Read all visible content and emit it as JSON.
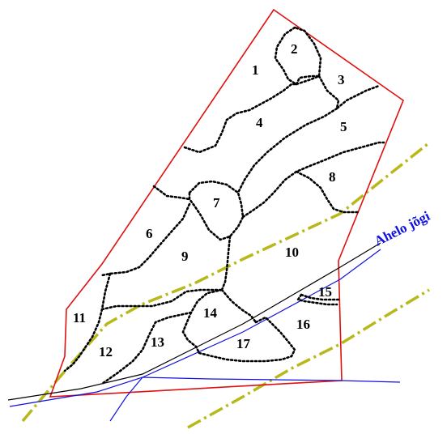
{
  "colors": {
    "boundary": "#e01010",
    "parcel_line": "#000000",
    "river": "#1010e0",
    "road": "#000000",
    "power_line": "#b8b81a",
    "label": "#000000"
  },
  "parcels": [
    {
      "id": "1",
      "label": "1"
    },
    {
      "id": "2",
      "label": "2"
    },
    {
      "id": "3",
      "label": "3"
    },
    {
      "id": "4",
      "label": "4"
    },
    {
      "id": "5",
      "label": "5"
    },
    {
      "id": "6",
      "label": "6"
    },
    {
      "id": "7",
      "label": "7"
    },
    {
      "id": "8",
      "label": "8"
    },
    {
      "id": "9",
      "label": "9"
    },
    {
      "id": "10",
      "label": "10"
    },
    {
      "id": "11",
      "label": "11"
    },
    {
      "id": "12",
      "label": "12"
    },
    {
      "id": "13",
      "label": "13"
    },
    {
      "id": "14",
      "label": "14"
    },
    {
      "id": "15",
      "label": "15"
    },
    {
      "id": "16",
      "label": "16"
    },
    {
      "id": "17",
      "label": "17"
    }
  ],
  "river": {
    "name": "Ahelo jõgi"
  }
}
